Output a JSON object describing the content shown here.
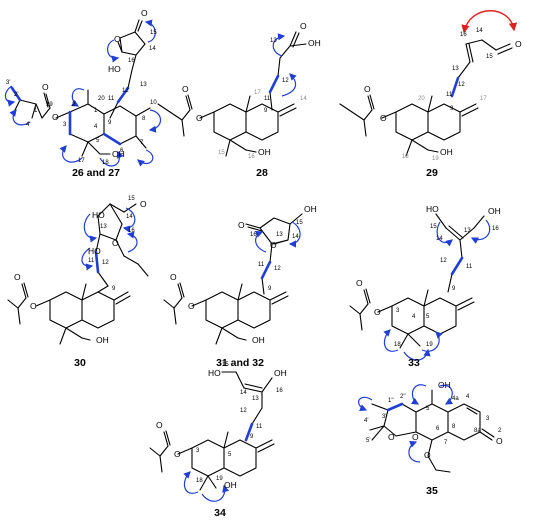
{
  "compounds": [
    {
      "caption": "26 and 27",
      "atoms": [
        "O",
        "HO",
        "O",
        "O",
        "O",
        "OH"
      ],
      "numbers": [
        "15",
        "14",
        "16",
        "13",
        "12",
        "11",
        "20",
        "1",
        "2",
        "3",
        "4",
        "5",
        "6",
        "7",
        "8",
        "9",
        "10",
        "17",
        "18",
        "19",
        "1'",
        "2'",
        "3'",
        "4'",
        "5'"
      ]
    },
    {
      "caption": "28",
      "atoms": [
        "O",
        "OH",
        "O",
        "O",
        "OH"
      ],
      "numbers": [
        "13",
        "12",
        "11",
        "17",
        "9",
        "14",
        "15",
        "16"
      ]
    },
    {
      "caption": "29",
      "atoms": [
        "O",
        "O",
        "O",
        "OH"
      ],
      "numbers": [
        "16",
        "14",
        "13",
        "15",
        "12",
        "11",
        "20",
        "9",
        "17",
        "18",
        "19"
      ]
    },
    {
      "caption": "30",
      "atoms": [
        "HO",
        "HO",
        "O",
        "O",
        "O",
        "O",
        "OH"
      ],
      "numbers": [
        "15",
        "14",
        "13",
        "16",
        "11",
        "12",
        "9"
      ]
    },
    {
      "caption": "31 and 32",
      "atoms": [
        "O",
        "OH",
        "O",
        "O",
        "O",
        "OH"
      ],
      "numbers": [
        "15",
        "16",
        "14",
        "13",
        "11",
        "12",
        "9"
      ]
    },
    {
      "caption": "33",
      "atoms": [
        "HO",
        "OH",
        "O",
        "O"
      ],
      "numbers": [
        "15",
        "14",
        "16",
        "13",
        "12",
        "11",
        "9",
        "3",
        "4",
        "5",
        "18",
        "19"
      ]
    },
    {
      "caption": "34",
      "atoms": [
        "HO",
        "OH",
        "O",
        "O",
        "OH"
      ],
      "numbers": [
        "15",
        "14",
        "16",
        "13",
        "12",
        "11",
        "9",
        "3",
        "5",
        "18",
        "19"
      ]
    },
    {
      "caption": "35",
      "atoms": [
        "OH",
        "O",
        "O",
        "O",
        "O"
      ],
      "numbers": [
        "2''",
        "1''",
        "3'",
        "4'",
        "5'",
        "5",
        "4a",
        "4",
        "3",
        "6",
        "7",
        "8",
        "8a",
        "2"
      ]
    }
  ],
  "colors": {
    "hmbc": "#1f3fd6",
    "cosy": "#1f3fd6",
    "noesy": "#e0201f",
    "bond": "#000000"
  }
}
